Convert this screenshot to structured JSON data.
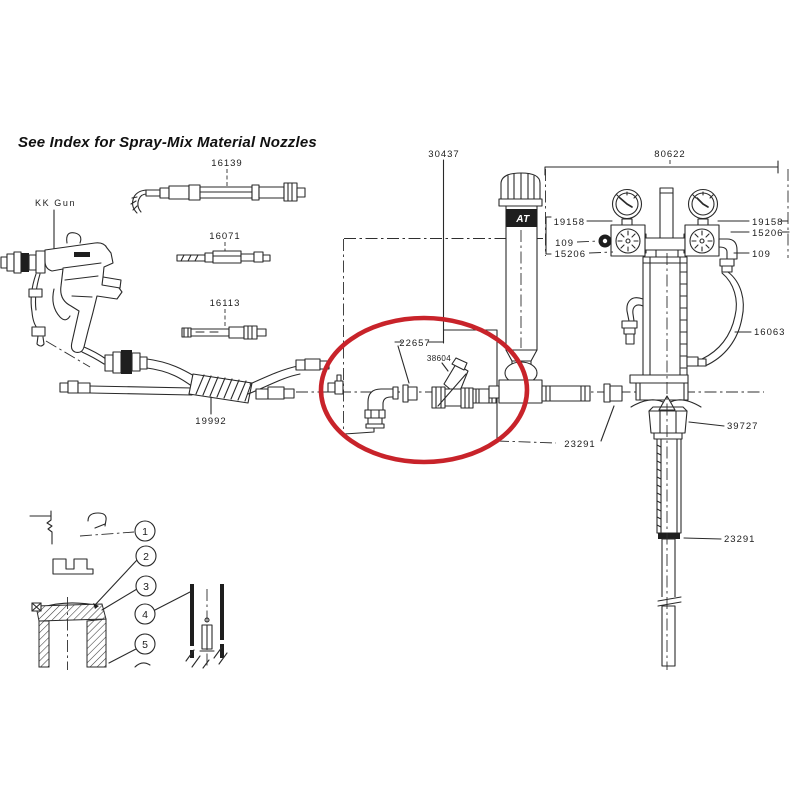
{
  "colors": {
    "highlight_red": "#c8232a",
    "ink": "#2a2a2a",
    "background": "#ffffff"
  },
  "header": {
    "title": "See Index for Spray-Mix Material Nozzles"
  },
  "gun": {
    "label": "KK Gun"
  },
  "parts": {
    "nozzle_top": "16139",
    "nozzle_mid": "16071",
    "nozzle_bottom": "16113",
    "hose_assembly": "19992",
    "manifold_line": "30437",
    "elbow_fitting": "22657",
    "strainer": "38604",
    "regulator_assembly": "80622",
    "gauge_left": "19158",
    "gauge_right": "19158",
    "regulator_left": "15206",
    "regulator_right": "15206",
    "valve_left": "109",
    "valve_right": "109",
    "air_hose": "16063",
    "pump_nut": "39727",
    "outlet_coupling": "23291",
    "suction_tube": "23291",
    "tank_logo": "AT"
  },
  "detail_callouts": {
    "c1": "1",
    "c2": "2",
    "c3": "3",
    "c4": "4",
    "c5": "5"
  }
}
